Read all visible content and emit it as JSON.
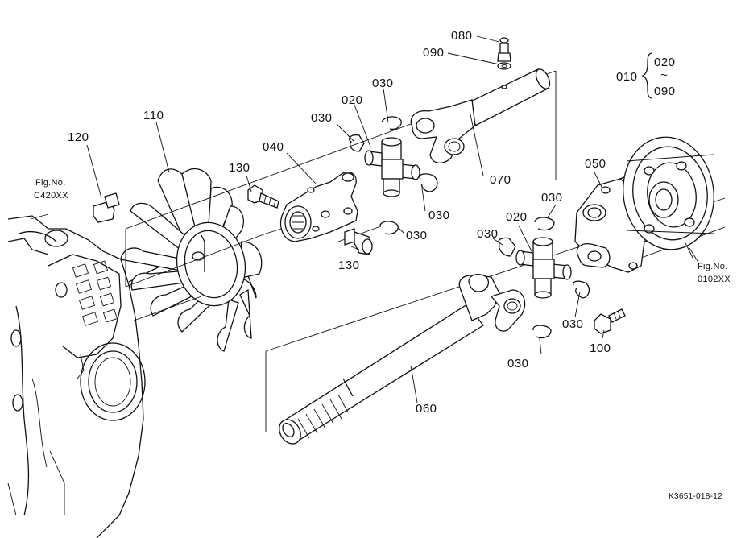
{
  "diagram": {
    "part_labels": {
      "p010": "010",
      "p010_range_from": "020",
      "p010_range_tilde": "~",
      "p010_range_to": "090",
      "p020_upper": "020",
      "p020_lower": "020",
      "p030_a": "030",
      "p030_b": "030",
      "p030_c": "030",
      "p030_d": "030",
      "p030_e": "030",
      "p030_f": "030",
      "p030_g": "030",
      "p030_h": "030",
      "p040": "040",
      "p050": "050",
      "p060": "060",
      "p070": "070",
      "p080": "080",
      "p090": "090",
      "p100": "100",
      "p110": "110",
      "p120": "120",
      "p130_upper": "130",
      "p130_lower": "130"
    },
    "figure_refs": {
      "left_title": "Fig.No.",
      "left_code": "C420XX",
      "right_title": "Fig.No.",
      "right_code": "0102XX"
    },
    "drawing_code": "K3651-018-12"
  }
}
